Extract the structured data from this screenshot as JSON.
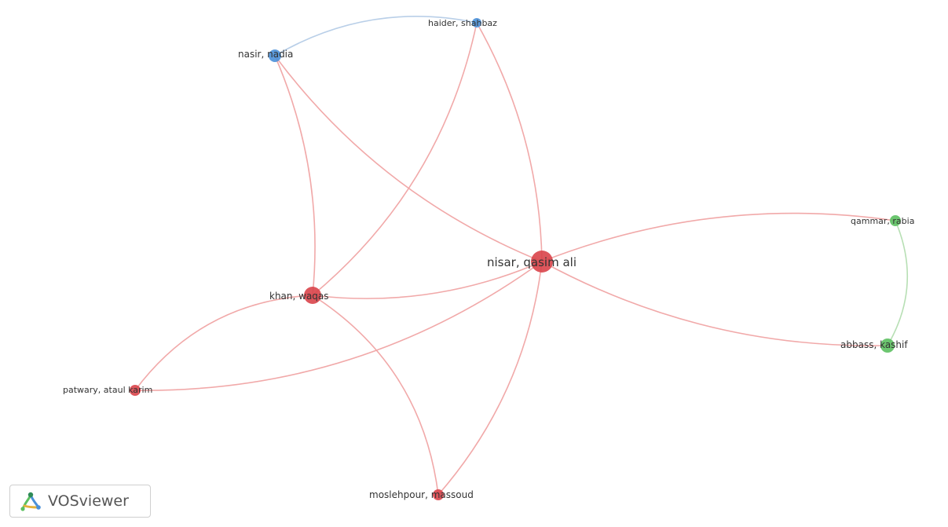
{
  "brand": {
    "name": "VOSviewer",
    "logo_icon": "vosviewer-logo-icon"
  },
  "clusters": {
    "red": "#d9444a",
    "blue": "#4a90d9",
    "green": "#5cc060"
  },
  "link_colors": {
    "red": "#f1a9a9",
    "blue": "#b9cfe8",
    "green": "#b7dfb4"
  },
  "nodes": [
    {
      "id": "nisar",
      "label": "nisar, qasim ali",
      "cluster": "red"
    },
    {
      "id": "khan",
      "label": "khan, waqas",
      "cluster": "red"
    },
    {
      "id": "patwary",
      "label": "patwary, ataul karim",
      "cluster": "red"
    },
    {
      "id": "mosleh",
      "label": "moslehpour, massoud",
      "cluster": "red"
    },
    {
      "id": "nasir",
      "label": "nasir, nadia",
      "cluster": "blue"
    },
    {
      "id": "haider",
      "label": "haider, shahbaz",
      "cluster": "blue"
    },
    {
      "id": "qammar",
      "label": "qammar, rabia",
      "cluster": "green"
    },
    {
      "id": "abbass",
      "label": "abbass, kashif",
      "cluster": "green"
    }
  ],
  "links": [
    {
      "source": "nisar",
      "target": "khan"
    },
    {
      "source": "nisar",
      "target": "nasir"
    },
    {
      "source": "nisar",
      "target": "haider"
    },
    {
      "source": "nisar",
      "target": "patwary"
    },
    {
      "source": "nisar",
      "target": "mosleh"
    },
    {
      "source": "nisar",
      "target": "qammar"
    },
    {
      "source": "nisar",
      "target": "abbass"
    },
    {
      "source": "khan",
      "target": "nasir"
    },
    {
      "source": "khan",
      "target": "haider"
    },
    {
      "source": "khan",
      "target": "patwary"
    },
    {
      "source": "khan",
      "target": "mosleh"
    },
    {
      "source": "nasir",
      "target": "haider"
    },
    {
      "source": "qammar",
      "target": "abbass"
    }
  ]
}
